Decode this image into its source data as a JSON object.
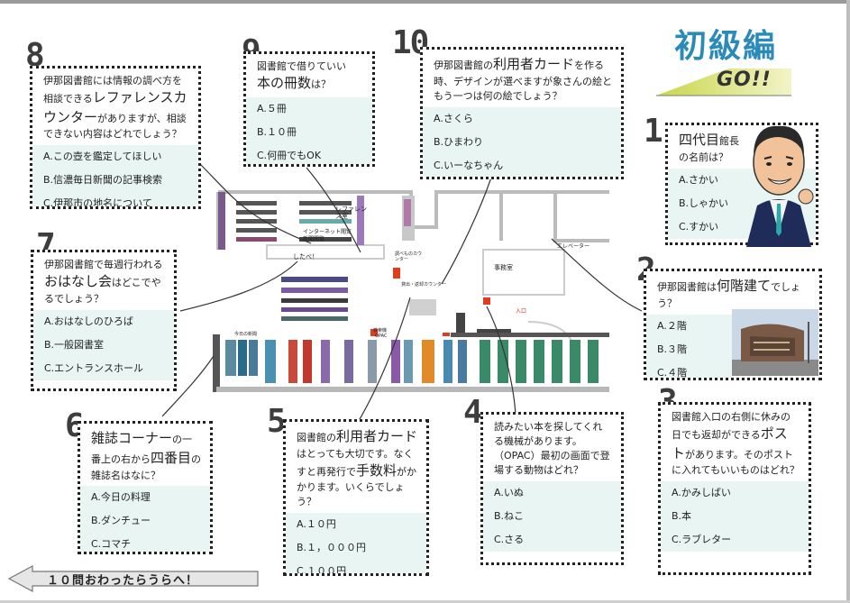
{
  "title": "初級編",
  "go_label": "GO!!",
  "back_label": "１０問おわったらうらへ！",
  "questions": [
    {
      "num": "1",
      "text_a": "四代目",
      "text_b": "館長",
      "text_c": "の名前は？",
      "options": [
        "A.さかい",
        "B.しゃかい",
        "C.すかい"
      ]
    },
    {
      "num": "2",
      "text_a": "伊那図書館は",
      "text_b": "何階建て",
      "text_c": "でしょう？",
      "options": [
        "A.２階",
        "B.３階",
        "C.４階"
      ]
    },
    {
      "num": "3",
      "text": "図書館入口の右側に休みの日でも返却ができる",
      "text_b": "ポスト",
      "text_c": "があります。そのポストに入れてもいいものはどれ？",
      "options": [
        "A.かみしばい",
        "B.本",
        "C.ラブレター"
      ]
    },
    {
      "num": "4",
      "text": "読みたい本を探してくれる機械があります。（OPAC）最初の画面で登場する動物はどれ？",
      "options": [
        "A.いぬ",
        "B.ねこ",
        "C.さる"
      ]
    },
    {
      "num": "5",
      "text_a": "図書館の",
      "text_b": "利用者カード",
      "text_c": "はとっても大切です。なくすと再発行で",
      "text_d": "手数料",
      "text_e": "がかかります。いくらでしょう？",
      "options": [
        "A.１０円",
        "B.１，０００円",
        "C.１００円"
      ]
    },
    {
      "num": "6",
      "text_a": "雑誌コーナー",
      "text_b": "の一番上の右から",
      "text_c": "四番目",
      "text_d": "の雑誌名はなに？",
      "options": [
        "A.今日の料理",
        "B.ダンチュー",
        "C.コマチ"
      ]
    },
    {
      "num": "7",
      "text_a": "伊那図書館で毎週行われる",
      "text_b": "おはなし会",
      "text_c": "はどこでやるでしょう？",
      "options": [
        "A.おはなしのひろば",
        "B.一般図書室",
        "C.エントランスホール"
      ]
    },
    {
      "num": "8",
      "text_a": "伊那図書館には情報の調べ方を相談できる",
      "text_b": "レファレンスカウンター",
      "text_c": "がありますが、相談できない内容はどれでしょう？",
      "options": [
        "A.この壺を鑑定してほしい",
        "B.信濃毎日新聞の記事検索",
        "C.伊那市の地名について"
      ]
    },
    {
      "num": "9",
      "text_a": "図書館で借りていい",
      "text_b": "本の冊数",
      "text_c": "は？",
      "options": [
        "A.５冊",
        "B.１０冊",
        "C.何冊でもOK"
      ]
    },
    {
      "num": "10",
      "text_a": "伊那図書館の",
      "text_b": "利用者カード",
      "text_c": "を作る時、デザインが選べますが象さんの絵ともう一つは何の絵でしょう？",
      "options": [
        "A.さくら",
        "B.ひまわり",
        "C.いーなちゃん"
      ]
    }
  ],
  "map": {
    "reference_room": "レファレンス室",
    "internet": "インターネット閲覧",
    "newspaper": "新聞閲覧",
    "shitabe": "したべ！",
    "search_counter": "調べものカウンター",
    "lending_counter": "貸出・返却カウンター",
    "office": "事務室",
    "elevator": "エレベーター",
    "entrance": "入口",
    "opac": "OPAC",
    "search_machine": "検索機",
    "today_new": "今日の新聞"
  },
  "colors": {
    "accent": "#2a8ab8",
    "option_bg": "#e8f5f3",
    "marker": "#e03c1e"
  }
}
